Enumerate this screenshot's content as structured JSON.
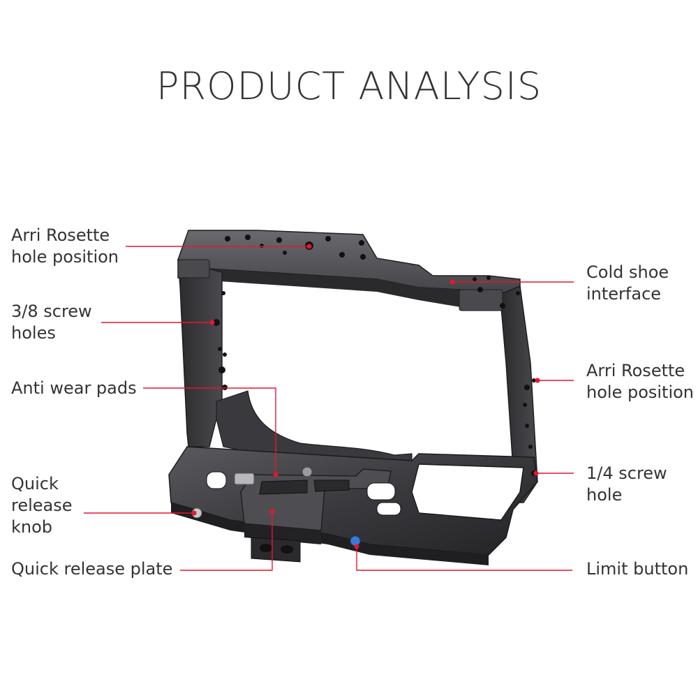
{
  "title": "PRODUCT ANALYSIS",
  "accent_color": "#e4172f",
  "labels": {
    "arri_left": [
      "Arri Rosette",
      "hole position"
    ],
    "screw38": [
      "3/8 screw",
      "holes"
    ],
    "antiwear": [
      "Anti wear pads"
    ],
    "qr_knob": [
      "Quick",
      "release",
      "knob"
    ],
    "qr_plate": [
      "Quick release plate"
    ],
    "cold_shoe": [
      "Cold shoe",
      "interface"
    ],
    "arri_right": [
      "Arri Rosette",
      "hole position"
    ],
    "screw14": [
      "1/4 screw hole"
    ],
    "limit": [
      "Limit button"
    ]
  }
}
